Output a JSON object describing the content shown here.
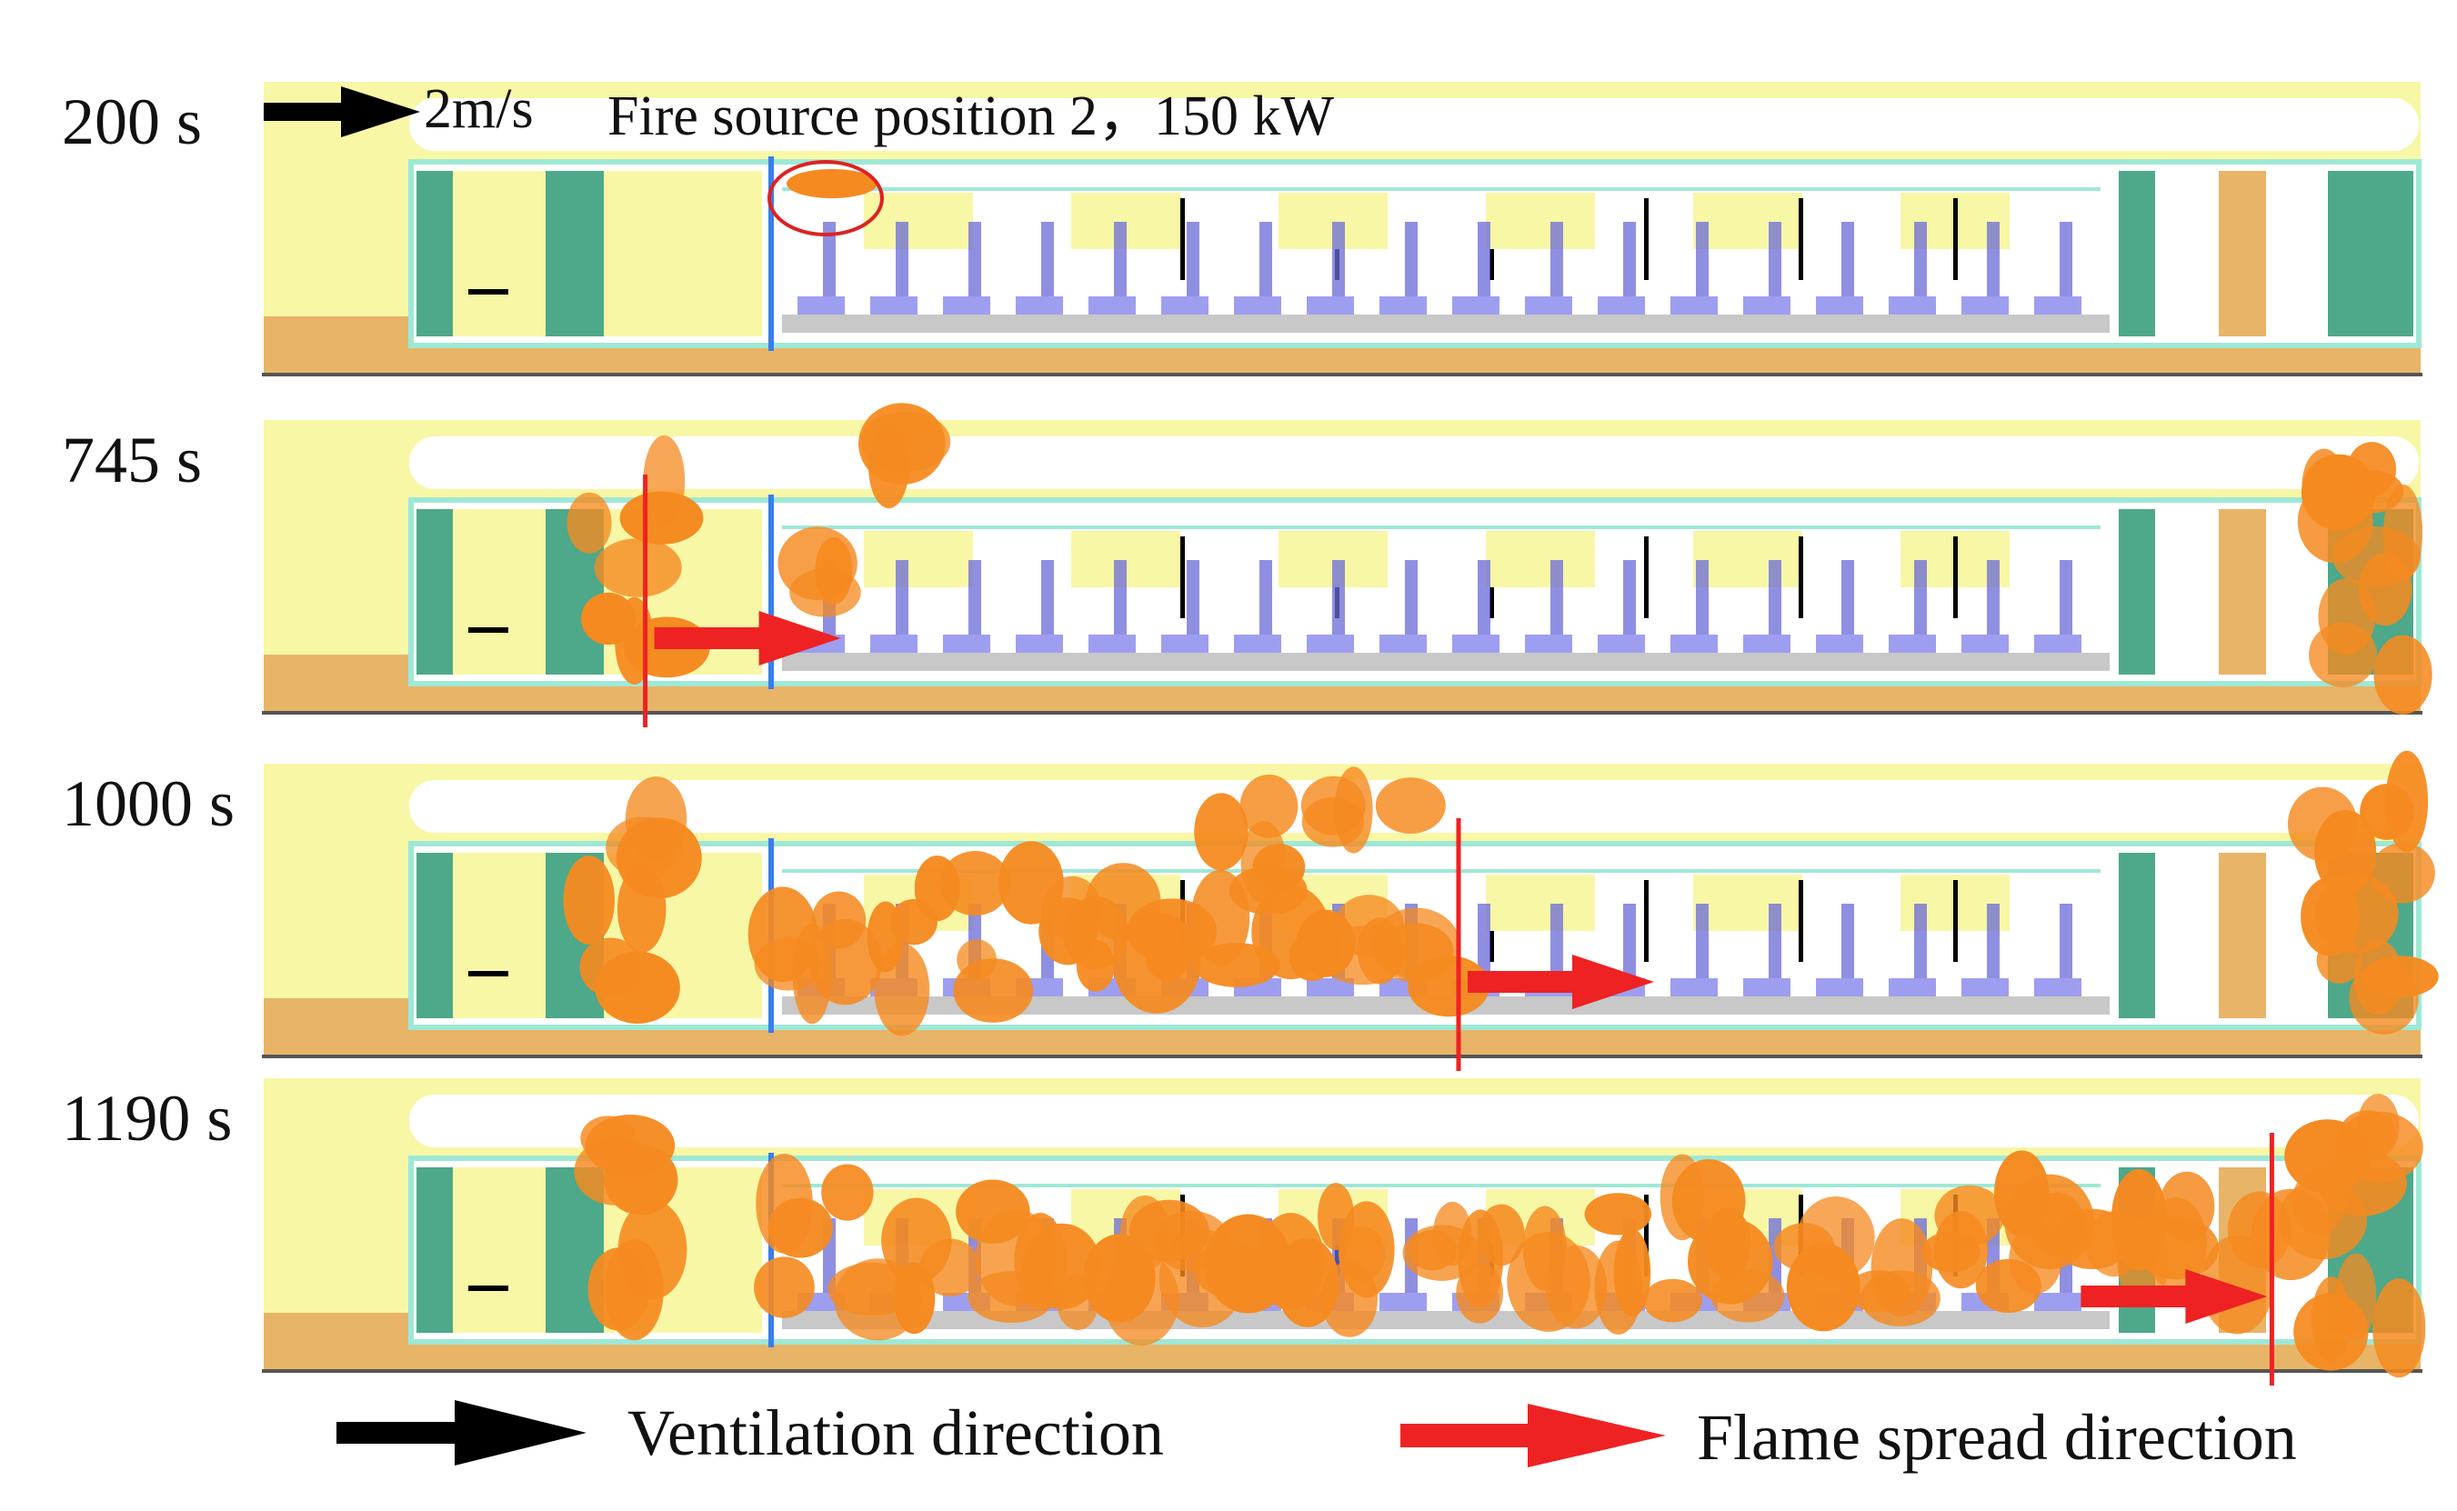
{
  "figure": {
    "header": {
      "speed_label": "2m/s",
      "scenario_label": "Fire source position 2，150 kW"
    },
    "panels": [
      {
        "time": "200 s",
        "front_position": null
      },
      {
        "time": "745 s",
        "front_position": 0.12
      },
      {
        "time": "1000 s",
        "front_position": 0.55
      },
      {
        "time": "1190 s",
        "front_position": 0.98
      }
    ],
    "legend": {
      "ventilation_label": "Ventilation direction",
      "flame_label": "Flame spread direction"
    },
    "colors": {
      "background": "#f8f7a6",
      "floor": "#e8b468",
      "car_frame": "#9ee8d6",
      "door": "#4ea88a",
      "seat": "#9e9ef0",
      "seat_shadow": "#6a6ad8",
      "fire": "#f58a20",
      "flame_arrow": "#ee2222",
      "vent_arrow": "#000000",
      "ceiling": "#ffffff"
    }
  }
}
